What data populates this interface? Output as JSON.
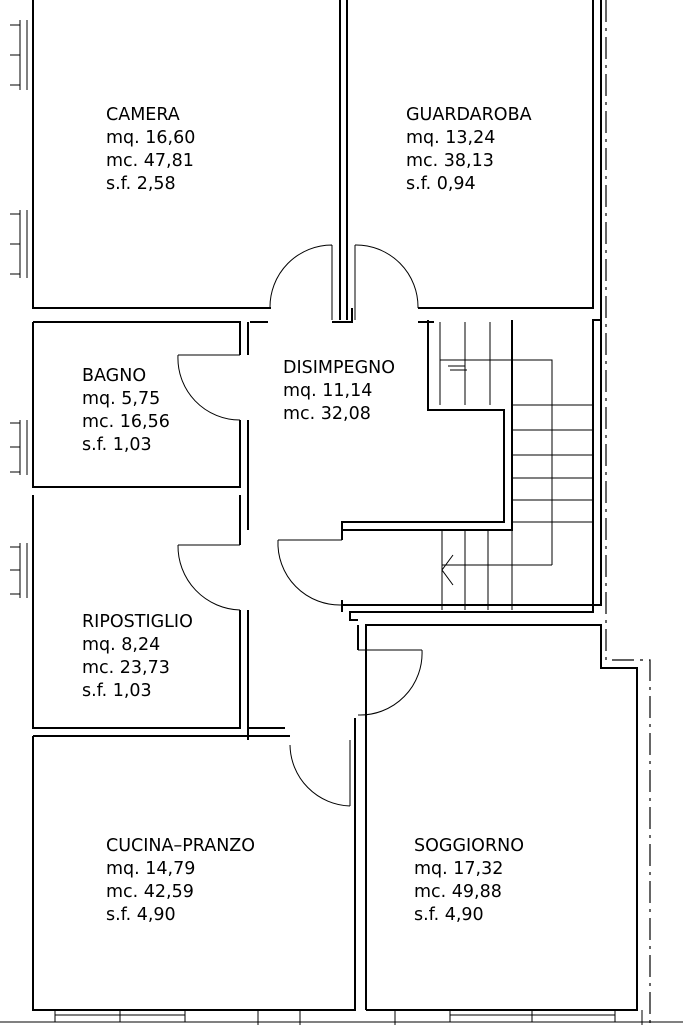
{
  "rooms": [
    {
      "id": "camera",
      "name": "CAMERA",
      "lines": [
        "mq. 16,60",
        "mc. 47,81",
        "s.f. 2,58"
      ]
    },
    {
      "id": "guardaroba",
      "name": "GUARDAROBA",
      "lines": [
        "mq. 13,24",
        "mc. 38,13",
        "s.f. 0,94"
      ]
    },
    {
      "id": "bagno",
      "name": "BAGNO",
      "lines": [
        "mq. 5,75",
        "mc. 16,56",
        "s.f. 1,03"
      ]
    },
    {
      "id": "disimpegno",
      "name": "DISIMPEGNO",
      "lines": [
        "mq. 11,14",
        "mc. 32,08"
      ]
    },
    {
      "id": "ripostiglio",
      "name": "RIPOSTIGLIO",
      "lines": [
        "mq. 8,24",
        "mc. 23,73",
        "s.f. 1,03"
      ]
    },
    {
      "id": "cucina",
      "name": "CUCINA–PRANZO",
      "lines": [
        "mq. 14,79",
        "mc. 42,59",
        "s.f. 4,90"
      ]
    },
    {
      "id": "soggiorno",
      "name": "SOGGIORNO",
      "lines": [
        "mq. 17,32",
        "mc. 49,88",
        "s.f. 4,90"
      ]
    }
  ]
}
